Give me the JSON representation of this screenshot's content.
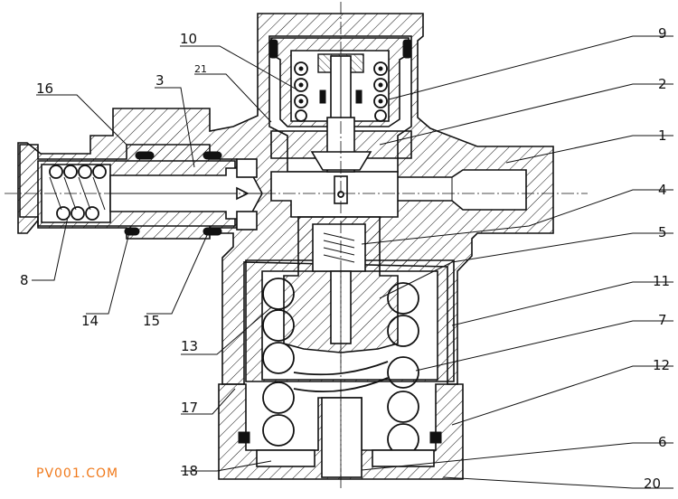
{
  "watermark": "PV001.COM",
  "labels": {
    "l1": "1",
    "l2": "2",
    "l3": "3",
    "l4": "4",
    "l5": "5",
    "l6": "6",
    "l7": "7",
    "l8": "8",
    "l9": "9",
    "l10": "10",
    "l11": "11",
    "l12": "12",
    "l13": "13",
    "l14": "14",
    "l15": "15",
    "l16": "16",
    "l17": "17",
    "l18": "18",
    "l20": "20",
    "l21": "21"
  }
}
